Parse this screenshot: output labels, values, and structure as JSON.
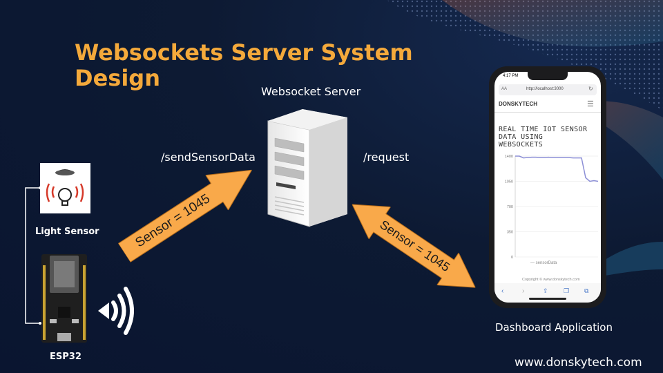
{
  "title": "Websockets Server System Design",
  "server": {
    "label": "Websocket Server"
  },
  "endpoints": {
    "send": "/sendSensorData",
    "request": "/request"
  },
  "arrows": {
    "left_text": "Sensor = 1045",
    "right_text": "Sensor = 1045"
  },
  "sensor": {
    "label": "Light Sensor"
  },
  "board": {
    "label": "ESP32"
  },
  "dashboard": {
    "label": "Dashboard Application",
    "status_time": "4:17 PM",
    "url": "http://localhost:3000",
    "url_prefix": "AA",
    "brand": "DONSKYTECH",
    "chart_title_lines": [
      "REAL TIME IOT SENSOR",
      "DATA USING",
      "WEBSOCKETS"
    ],
    "legend": "sensorData",
    "copyright": "Copyright © www.donskytech.com"
  },
  "chart_data": {
    "type": "line",
    "title": "REAL TIME IOT SENSOR DATA USING WEBSOCKETS",
    "yticks": [
      0,
      350,
      700,
      1050,
      1400
    ],
    "ylim": [
      0,
      1400
    ],
    "series": [
      {
        "name": "sensorData",
        "values": [
          1400,
          1400,
          1375,
          1380,
          1385,
          1385,
          1380,
          1380,
          1385,
          1380,
          1380,
          1380,
          1380,
          1380,
          1375,
          1375,
          1375,
          1100,
          1050,
          1060,
          1050
        ]
      }
    ]
  },
  "colors": {
    "title": "#f4a93b",
    "arrow": "#f9a94a",
    "background": "#0d1a33",
    "chart_line": "#8c8fd6"
  },
  "footer": "www.donskytech.com"
}
